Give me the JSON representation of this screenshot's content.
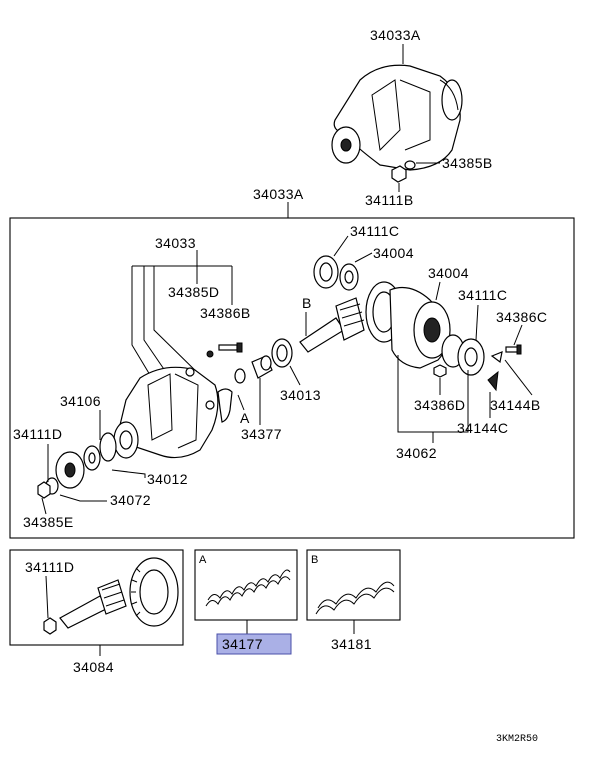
{
  "labels": {
    "top_assy": "34033A",
    "top_nut_b": "34385B",
    "top_nut": "34111B",
    "assy": "34033A",
    "case": "34033",
    "nut_d": "34385D",
    "bolt_b": "34386B",
    "bearing_c": "34111C",
    "bearing_04": "34004",
    "bearing_04b": "34004",
    "bearing_c2": "34111C",
    "bolt_c": "34386C",
    "seal_06": "34106",
    "nut_d2": "34111D",
    "spacer_13": "34013",
    "collapsible_77": "34377",
    "bolt_d": "34386D",
    "bracket_b": "34144B",
    "bracket_c": "34144C",
    "flange_12": "34012",
    "washer_72": "34072",
    "nut_e": "34385E",
    "diff_62": "34062",
    "pinion_nut": "34111D",
    "gear_set": "34084",
    "spring_a": "34177",
    "spring_b": "34181",
    "marker_a": "A",
    "marker_b": "B",
    "box_a": "A",
    "box_b": "B",
    "ref_code": "3KM2R50"
  },
  "colors": {
    "highlight_fill": "#aab0e6",
    "highlight_stroke": "#4a4fa8"
  }
}
